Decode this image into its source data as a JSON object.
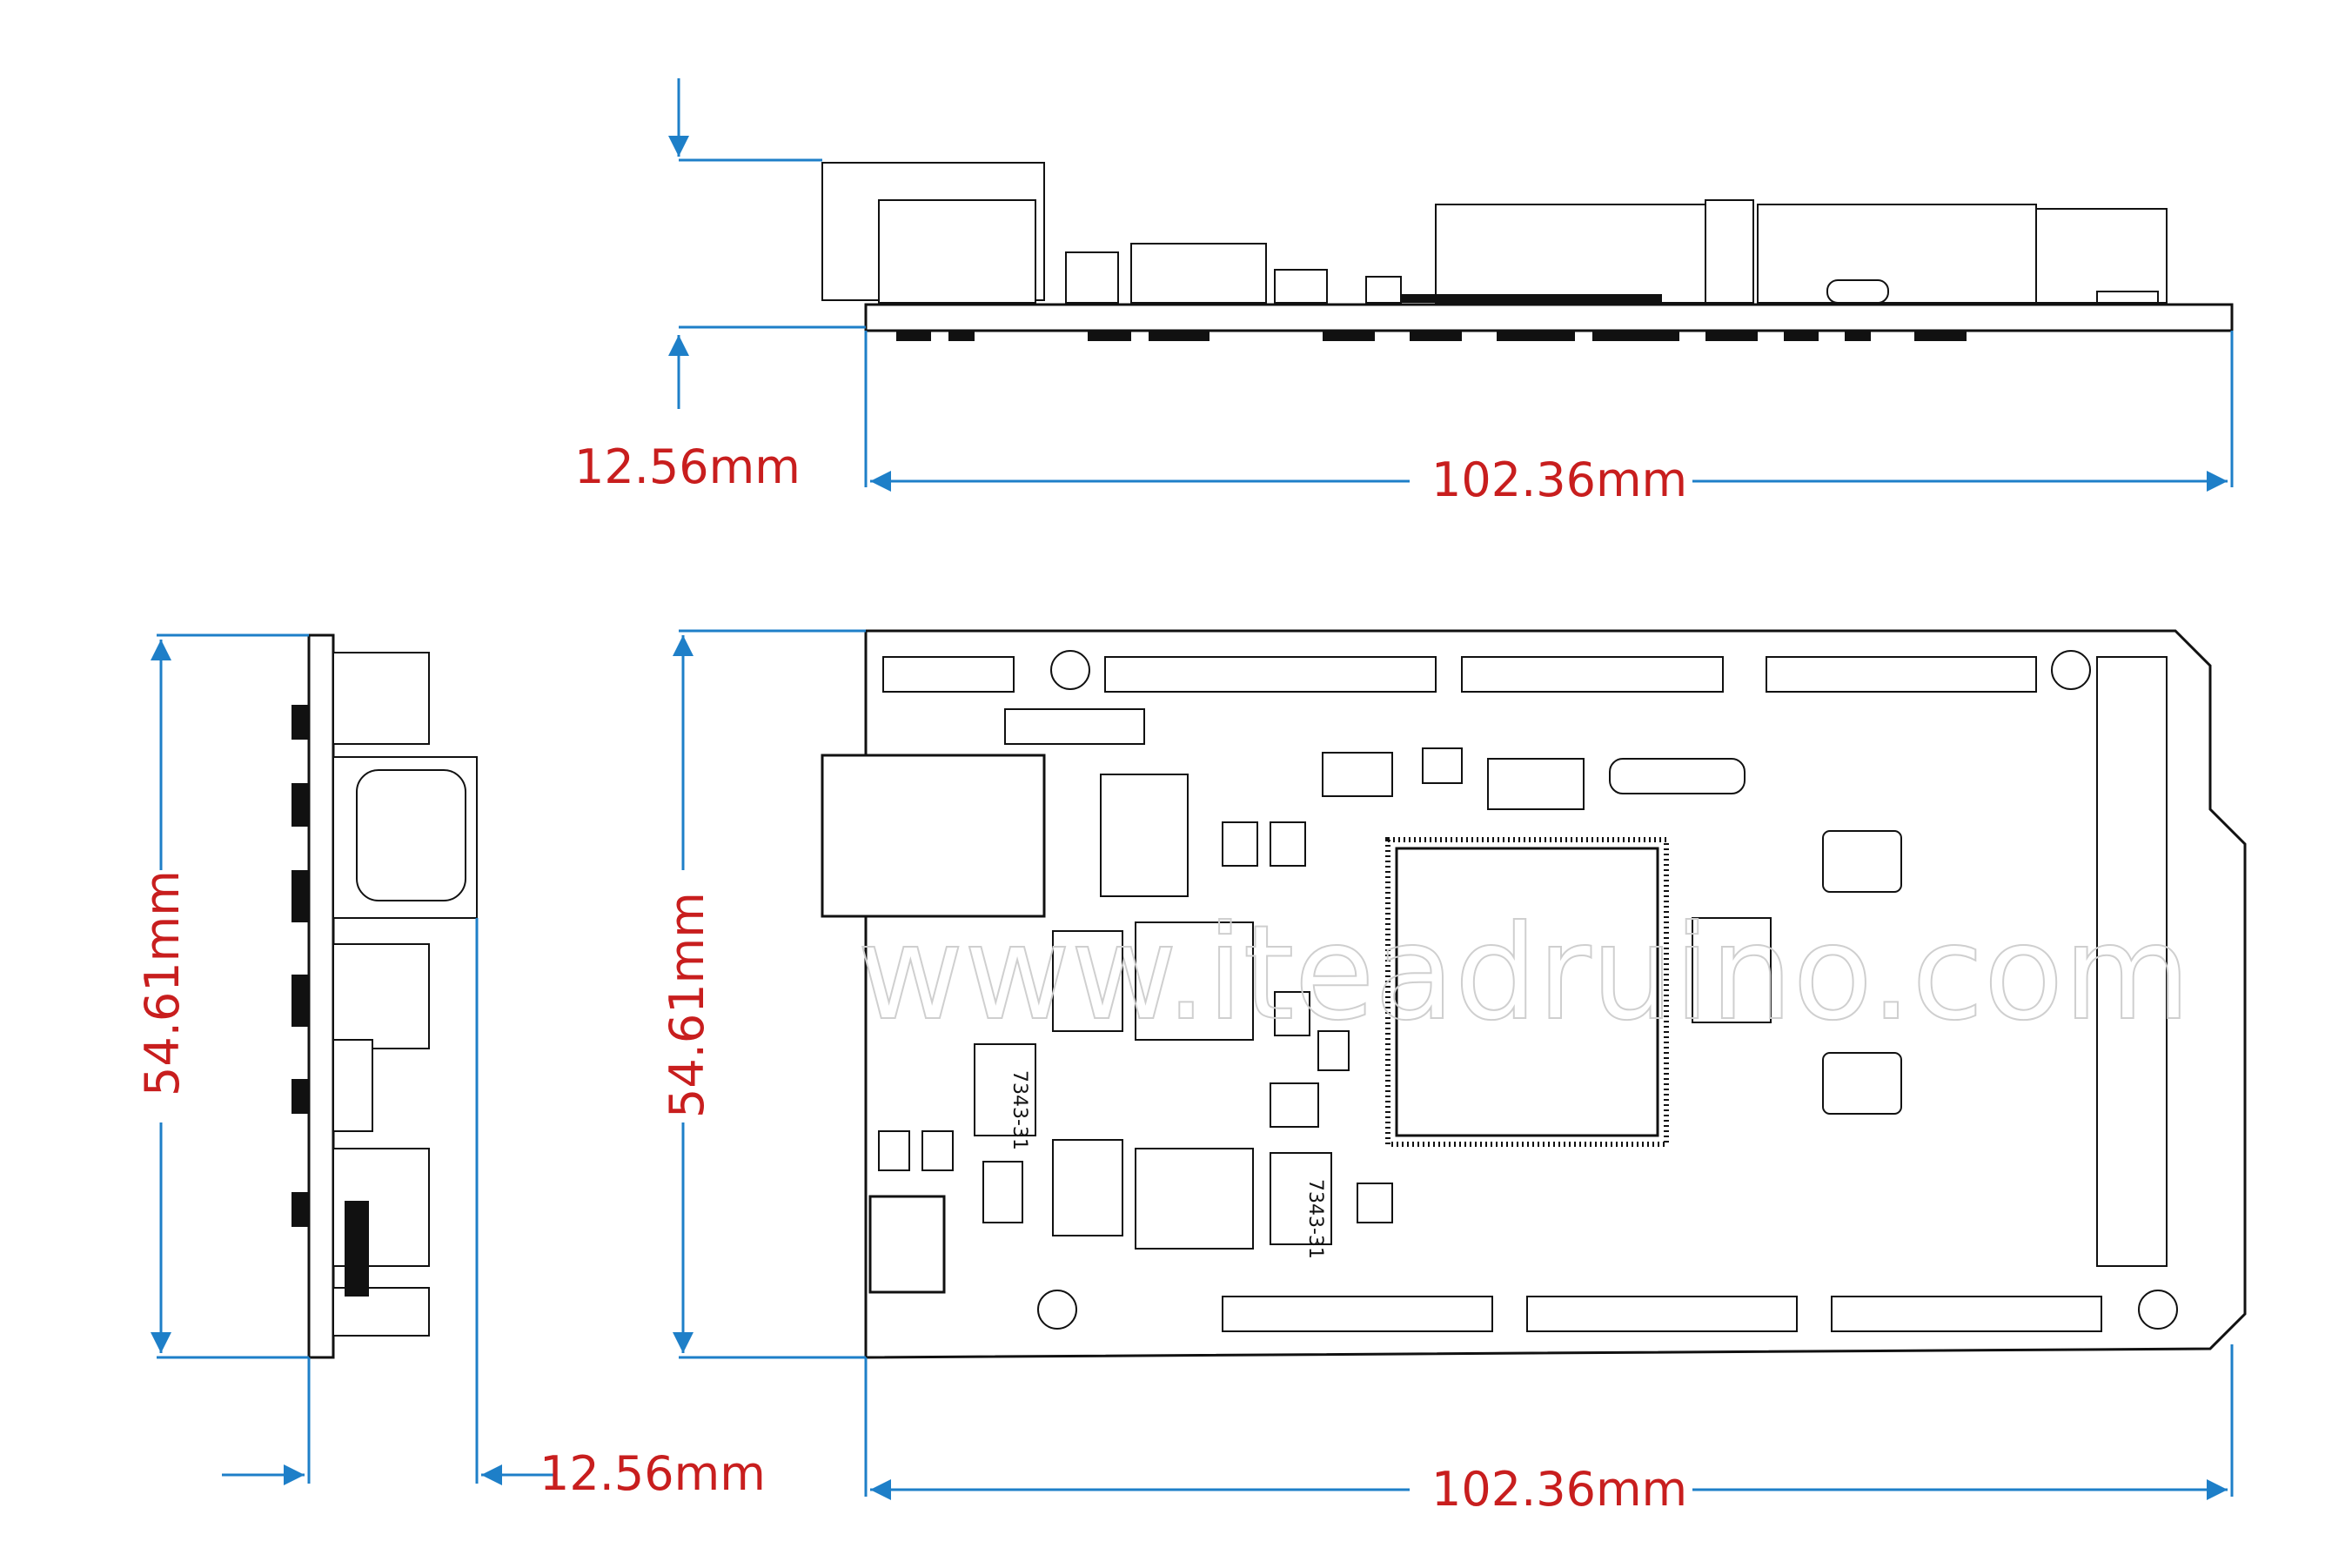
{
  "dimensions": {
    "side_view_height": "12.56mm",
    "side_view_width": "102.36mm",
    "end_view_height": "54.61mm",
    "end_view_thickness": "12.56mm",
    "top_view_height": "54.61mm",
    "top_view_width": "102.36mm"
  },
  "labels": {
    "inductor_1": "7343-31",
    "inductor_2": "7343-31",
    "watermark": "www.iteadruino.com"
  },
  "colors": {
    "dimension_line": "#1e7fc8",
    "dimension_text": "#c81e1e",
    "outline": "#111111"
  }
}
